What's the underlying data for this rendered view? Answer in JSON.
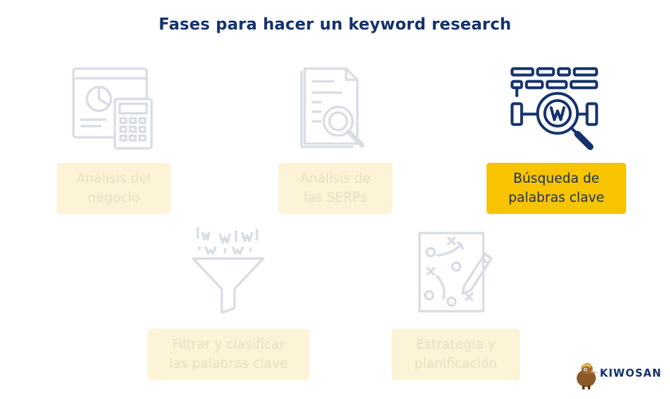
{
  "title": "Fases para hacer un keyword research",
  "phases": [
    {
      "label": "Análisis del\nnegocio",
      "icon": "calculator-report-icon",
      "state": "inactive"
    },
    {
      "label": "Análisis de\nlas SERPs",
      "icon": "document-search-icon",
      "state": "inactive"
    },
    {
      "label": "Búsqueda de\npalabras clave",
      "icon": "keyword-magnifier-icon",
      "state": "active"
    },
    {
      "label": "Filtrar y clasificar\nlas palabras clave",
      "icon": "funnel-filter-icon",
      "state": "inactive"
    },
    {
      "label": "Estrategia y\nplanificación",
      "icon": "strategy-plan-icon",
      "state": "inactive"
    }
  ],
  "brand": {
    "name": "KIWOSAN",
    "icon": "kiwi-bird-logo-icon"
  },
  "colors": {
    "title": "#13316b",
    "active_fill": "#f8c300",
    "inactive_fill": "#fdf3d6",
    "inactive_icon": "#d8dde4"
  }
}
